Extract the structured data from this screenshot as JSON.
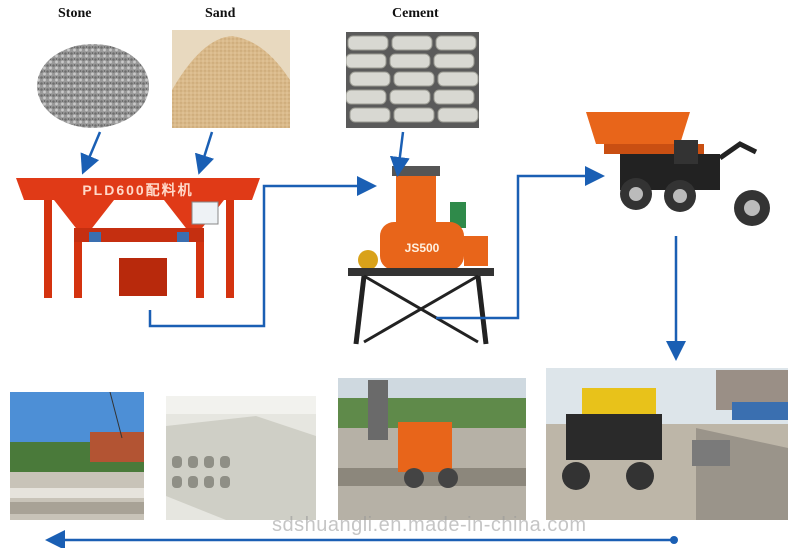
{
  "labels": {
    "stone": "Stone",
    "sand": "Sand",
    "cement": "Cement"
  },
  "machines": {
    "batcher_text": "PLD600配料机",
    "mixer_text": "JS500"
  },
  "watermark": "sdshuangli.en.made-in-china.com",
  "colors": {
    "flow_arrow": "#1a5fb4",
    "machine_red": "#e03a17",
    "machine_orange": "#e8651a",
    "truck_yellow": "#e8c21a"
  },
  "icons": {
    "stone_pile": "gravel-pile-icon",
    "sand_pile": "sand-pile-icon",
    "cement_bags": "cement-bags-icon"
  }
}
